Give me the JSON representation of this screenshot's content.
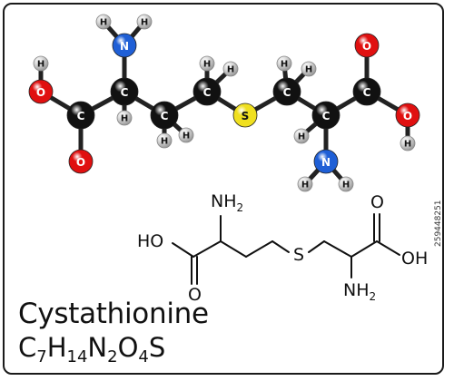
{
  "molecule_name": "Cystathionine",
  "formula": {
    "parts": [
      {
        "text": "C",
        "sub": "7"
      },
      {
        "text": "H",
        "sub": "14"
      },
      {
        "text": "N",
        "sub": "2"
      },
      {
        "text": "O",
        "sub": "4"
      },
      {
        "text": "S",
        "sub": ""
      }
    ]
  },
  "stock_id": "259448251",
  "ball_model": {
    "atoms": [
      {
        "id": "O1",
        "el": "O",
        "label": "O"
      },
      {
        "id": "H_O1",
        "el": "H",
        "label": "H"
      },
      {
        "id": "C1",
        "el": "C",
        "label": "C"
      },
      {
        "id": "O2",
        "el": "O",
        "label": "O"
      },
      {
        "id": "C2",
        "el": "C",
        "label": "C"
      },
      {
        "id": "H_C2",
        "el": "H",
        "label": "H"
      },
      {
        "id": "N1",
        "el": "N",
        "label": "N"
      },
      {
        "id": "H_N1a",
        "el": "H",
        "label": "H"
      },
      {
        "id": "H_N1b",
        "el": "H",
        "label": "H"
      },
      {
        "id": "C3",
        "el": "C",
        "label": "C"
      },
      {
        "id": "H_C3a",
        "el": "H",
        "label": "H"
      },
      {
        "id": "H_C3b",
        "el": "H",
        "label": "H"
      },
      {
        "id": "C4",
        "el": "C",
        "label": "C"
      },
      {
        "id": "H_C4a",
        "el": "H",
        "label": "H"
      },
      {
        "id": "H_C4b",
        "el": "H",
        "label": "H"
      },
      {
        "id": "S1",
        "el": "S",
        "label": "S"
      },
      {
        "id": "C5",
        "el": "C",
        "label": "C"
      },
      {
        "id": "H_C5a",
        "el": "H",
        "label": "H"
      },
      {
        "id": "H_C5b",
        "el": "H",
        "label": "H"
      },
      {
        "id": "C6",
        "el": "C",
        "label": "C"
      },
      {
        "id": "H_C6",
        "el": "H",
        "label": "H"
      },
      {
        "id": "N2",
        "el": "N",
        "label": "N"
      },
      {
        "id": "H_N2a",
        "el": "H",
        "label": "H"
      },
      {
        "id": "H_N2b",
        "el": "H",
        "label": "H"
      },
      {
        "id": "C7",
        "el": "C",
        "label": "C"
      },
      {
        "id": "O3",
        "el": "O",
        "label": "O"
      },
      {
        "id": "O4",
        "el": "O",
        "label": "O"
      },
      {
        "id": "H_O4",
        "el": "H",
        "label": "H"
      }
    ],
    "bonds": [
      [
        "O1",
        "H_O1"
      ],
      [
        "O1",
        "C1"
      ],
      [
        "C1",
        "O2"
      ],
      [
        "C1",
        "C2"
      ],
      [
        "C2",
        "H_C2"
      ],
      [
        "C2",
        "N1"
      ],
      [
        "N1",
        "H_N1a"
      ],
      [
        "N1",
        "H_N1b"
      ],
      [
        "C2",
        "C3"
      ],
      [
        "C3",
        "H_C3a"
      ],
      [
        "C3",
        "H_C3b"
      ],
      [
        "C3",
        "C4"
      ],
      [
        "C4",
        "H_C4a"
      ],
      [
        "C4",
        "H_C4b"
      ],
      [
        "C4",
        "S1"
      ],
      [
        "S1",
        "C5"
      ],
      [
        "C5",
        "H_C5a"
      ],
      [
        "C5",
        "H_C5b"
      ],
      [
        "C5",
        "C6"
      ],
      [
        "C6",
        "H_C6"
      ],
      [
        "C6",
        "N2"
      ],
      [
        "N2",
        "H_N2a"
      ],
      [
        "N2",
        "H_N2b"
      ],
      [
        "C6",
        "C7"
      ],
      [
        "C7",
        "O3"
      ],
      [
        "C7",
        "O4"
      ],
      [
        "O4",
        "H_O4"
      ]
    ],
    "colors": {
      "C": "#111111",
      "O": "#e01010",
      "N": "#1f5fd6",
      "S": "#f0e020",
      "H": "#d8d8d8"
    }
  },
  "skeletal": {
    "labels": {
      "nh2_top": {
        "main": "NH",
        "sub": "2"
      },
      "ho_left": {
        "main": "HO",
        "sub": ""
      },
      "o_left": {
        "main": "O",
        "sub": ""
      },
      "s_mid": {
        "main": "S",
        "sub": ""
      },
      "o_right": {
        "main": "O",
        "sub": ""
      },
      "oh_right": {
        "main": "OH",
        "sub": ""
      },
      "nh2_bottom": {
        "main": "NH",
        "sub": "2"
      }
    }
  }
}
